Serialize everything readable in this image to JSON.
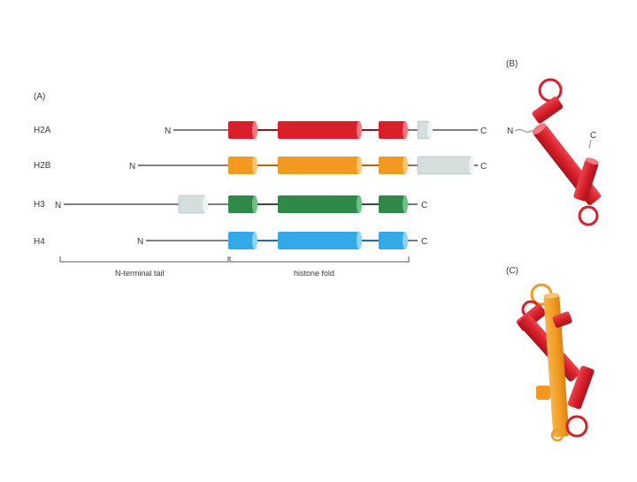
{
  "panels": {
    "a": "(A)",
    "b": "(B)",
    "c": "(C)"
  },
  "terminus": {
    "n": "N",
    "c": "C"
  },
  "histones": [
    {
      "name": "H2A",
      "color": "#d81f2a"
    },
    {
      "name": "H2B",
      "color": "#f29a1f"
    },
    {
      "name": "H3",
      "color": "#2f8a4a"
    },
    {
      "name": "H4",
      "color": "#33a9e8"
    }
  ],
  "extra_helix_color": "#d4dedd",
  "domains": {
    "tail": "N-terminal tail",
    "fold": "histone fold"
  }
}
